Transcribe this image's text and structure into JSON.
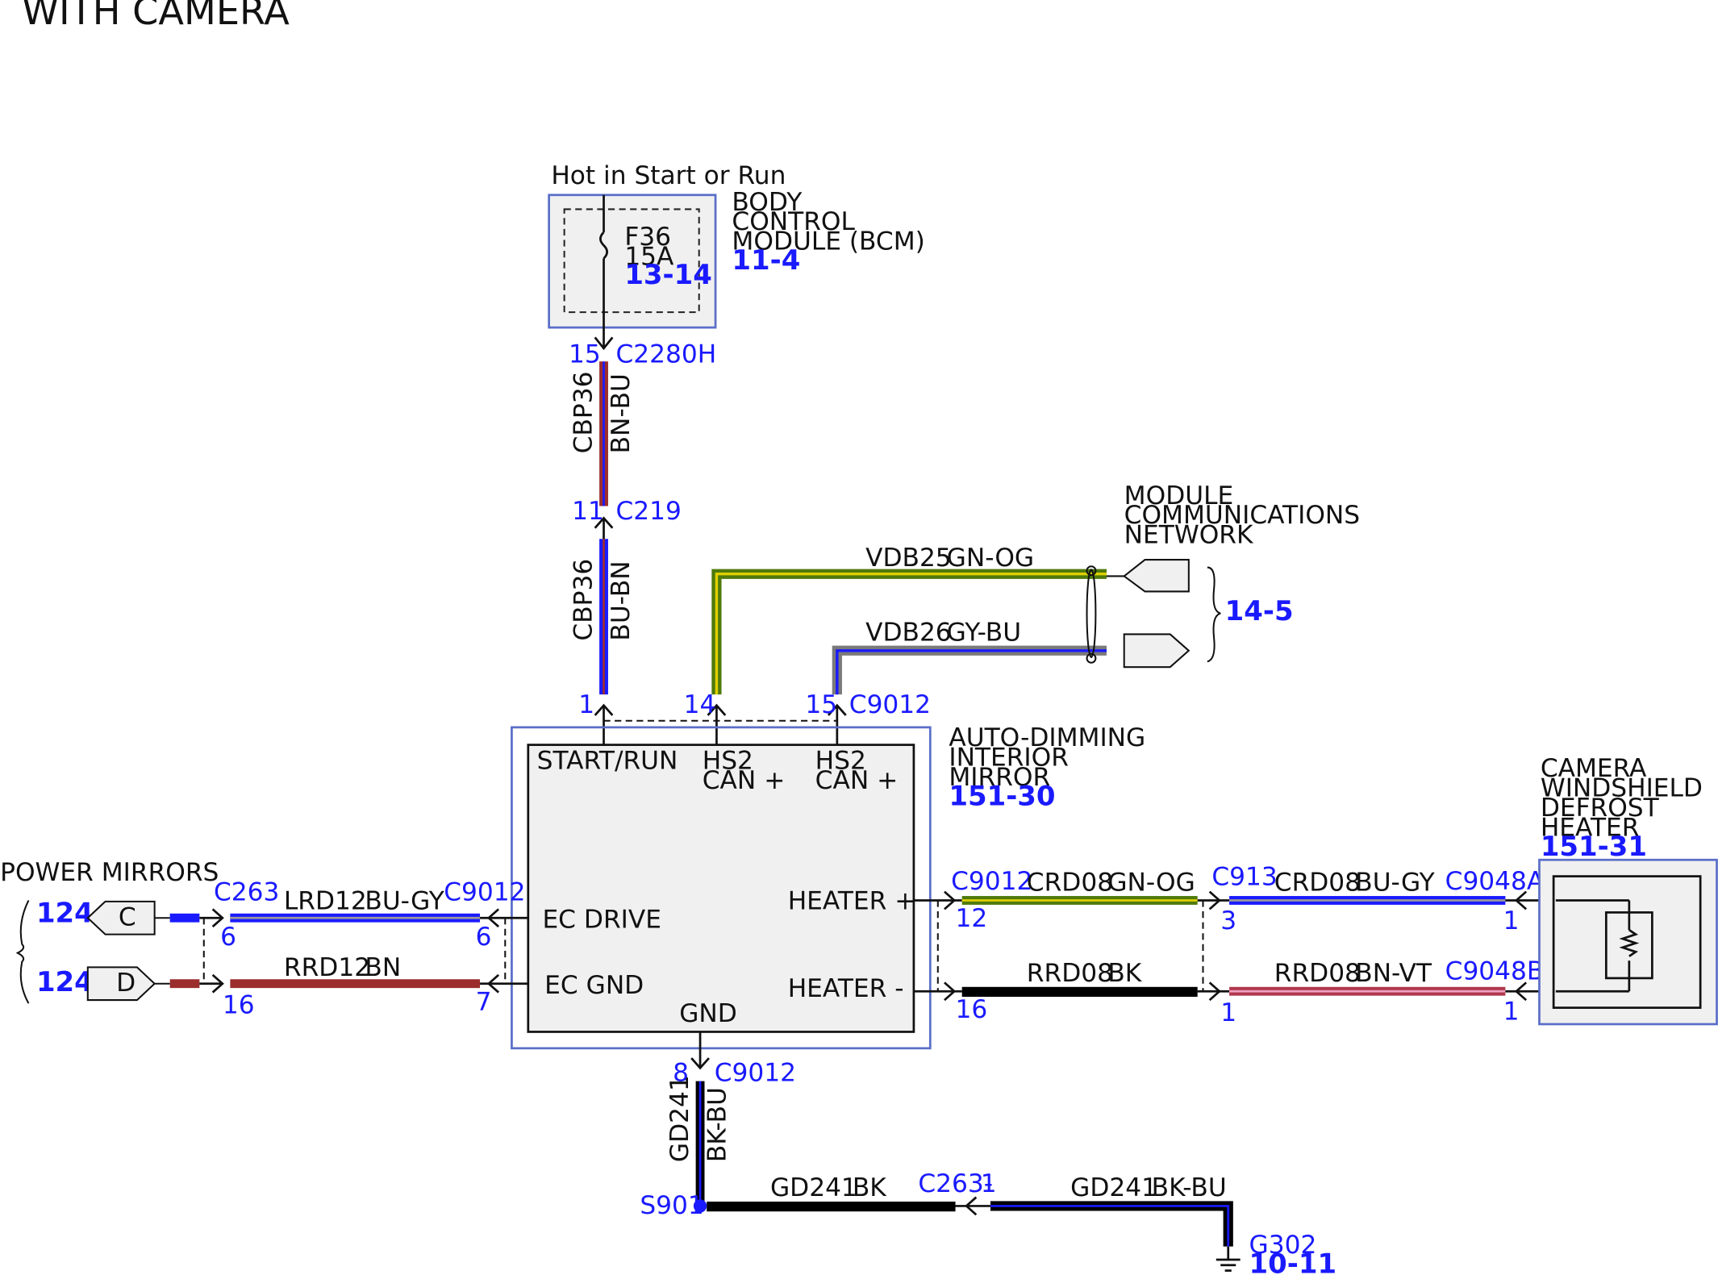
{
  "title": "WITH CAMERA",
  "bcm": {
    "supply": "Hot in Start or Run",
    "name_lines": [
      "BODY",
      "CONTROL",
      "MODULE (BCM)"
    ],
    "ref": "11-4",
    "fuse": {
      "id": "F36",
      "rating": "15A",
      "ref": "13-14"
    },
    "pin": "15",
    "connector": "C2280H"
  },
  "wire_cbp36_upper": {
    "circuit": "CBP36",
    "color": "BN-BU"
  },
  "c219": {
    "pin": "11",
    "connector": "C219"
  },
  "wire_cbp36_lower": {
    "circuit": "CBP36",
    "color": "BU-BN"
  },
  "network": {
    "name_lines": [
      "MODULE",
      "COMMUNICATIONS",
      "NETWORK"
    ],
    "ref": "14-5",
    "wire1": {
      "circuit": "VDB25",
      "color": "GN-OG"
    },
    "wire2": {
      "circuit": "VDB26",
      "color": "GY-BU"
    }
  },
  "mirror": {
    "name_lines": [
      "AUTO-DIMMING",
      "INTERIOR",
      "MIRROR"
    ],
    "ref": "151-30",
    "top_pins": [
      "1",
      "14",
      "15"
    ],
    "top_connector": "C9012",
    "pin_start_run": "START/RUN",
    "pin_hs2_plus_a": [
      "HS2",
      "CAN +"
    ],
    "pin_hs2_plus_b": [
      "HS2",
      "CAN +"
    ],
    "pin_ec_drive": "EC DRIVE",
    "pin_ec_gnd": "EC GND",
    "pin_heater_plus": "HEATER +",
    "pin_heater_minus": "HEATER -",
    "pin_gnd": "GND"
  },
  "power_mirrors": {
    "label": "POWER MIRRORS",
    "ref_c": "124-1",
    "ref_d": "124-1",
    "tag_c": "C",
    "tag_d": "D",
    "c263": "C263",
    "c263_pin_top": "6",
    "c263_pin_bottom": "16",
    "wire_top": {
      "circuit": "LRD12",
      "color": "BU-GY"
    },
    "wire_bottom": {
      "circuit": "RRD12",
      "color": "BN"
    },
    "c9012": "C9012",
    "c9012_pin_top": "6",
    "c9012_pin_bottom": "7"
  },
  "heater_circuit": {
    "c9012": "C9012",
    "pin_top": "12",
    "pin_bottom": "16",
    "wire_top": {
      "circuit": "CRD08",
      "color": "GN-OG"
    },
    "wire_bottom": {
      "circuit": "RRD08",
      "color": "BK"
    },
    "c913": "C913",
    "c913_pin_top": "3",
    "c913_pin_bottom": "1",
    "wire_top2": {
      "circuit": "CRD08",
      "color": "BU-GY"
    },
    "wire_bottom2": {
      "circuit": "RRD08",
      "color": "BN-VT"
    },
    "c9048a": "C9048A",
    "c9048b": "C9048B",
    "c9048a_pin": "1",
    "c9048b_pin": "1"
  },
  "camera_heater": {
    "name_lines": [
      "CAMERA",
      "WINDSHIELD",
      "DEFROST",
      "HEATER"
    ],
    "ref": "151-31"
  },
  "ground": {
    "pin": "8",
    "connector": "C9012",
    "wire_vertical": {
      "circuit": "GD241",
      "color": "BK-BU"
    },
    "splice": "S901",
    "wire_h1": {
      "circuit": "GD241",
      "color": "BK"
    },
    "c263": "C263-",
    "c263_pin": "1",
    "wire_h2": {
      "circuit": "GD241",
      "color": "BK-BU"
    },
    "g302": "G302",
    "g302_ref": "10-11"
  },
  "colors": {
    "blue": "#1a1aff",
    "brown": "#9b2d2d",
    "green": "#4f7a0c",
    "yellow": "#e0d000",
    "gray": "#7a7a7a",
    "black": "#000000",
    "box_fill": "#f0f0f0",
    "box_border": "#5a6ec8",
    "pink": "#d07090"
  }
}
